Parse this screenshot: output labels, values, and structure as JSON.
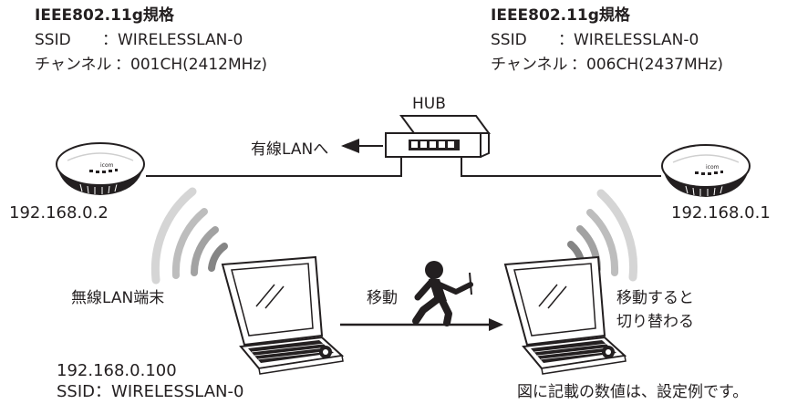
{
  "left_ap": {
    "standard": "IEEE802.11g規格",
    "ssid_label": "SSID",
    "ssid_value": "：WIRELESSLAN-0",
    "channel_label": "チャンネル",
    "channel_value": "：001CH(2412MHz)",
    "ip": "192.168.0.2"
  },
  "right_ap": {
    "standard": "IEEE802.11g規格",
    "ssid_label": "SSID",
    "ssid_value": "：WIRELESSLAN-0",
    "channel_label": "チャンネル",
    "channel_value": "：006CH(2437MHz)",
    "ip": "192.168.0.1"
  },
  "hub": {
    "label": "HUB"
  },
  "wired_lan_label": "有線LANへ",
  "terminal": {
    "label": "無線LAN端末",
    "ip": "192.168.0.100",
    "ssid": "SSID：WIRELESSLAN-0"
  },
  "move_label": "移動",
  "switch_note": [
    "移動すると",
    "切り替わる"
  ],
  "footnote": "図に記載の数値は、設定例です。",
  "colors": {
    "line": "#231f20",
    "wave_light": "#d5d5d5",
    "wave_dark": "#8a8a8a"
  }
}
